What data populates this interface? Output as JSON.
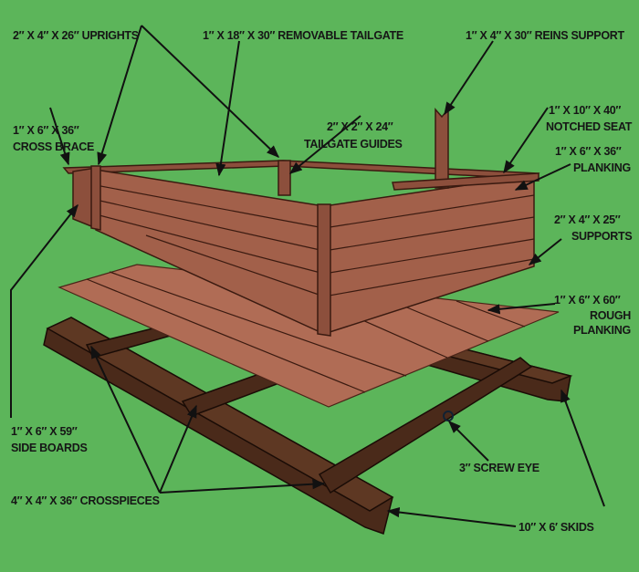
{
  "labels": {
    "uprights": "2″ X 4″ X 26″ UPRIGHTS",
    "tailgate": "1″ X 18″ X 30″ REMOVABLE TAILGATE",
    "reins_support": "1″ X 4″ X 30″ REINS SUPPORT",
    "cross_brace_1": "1″ X 6″ X 36″",
    "cross_brace_2": "CROSS BRACE",
    "tailgate_guides_1": "2″ X 2″ X 24″",
    "tailgate_guides_2": "TAILGATE GUIDES",
    "notched_seat_1": "1″ X 10″ X 40″",
    "notched_seat_2": "NOTCHED SEAT",
    "planking_1": "1″ X 6″ X 36″",
    "planking_2": "PLANKING",
    "supports_1": "2″ X 4″ X 25″",
    "supports_2": "SUPPORTS",
    "rough_planking_1": "1″ X 6″ X 60″",
    "rough_planking_2": "ROUGH",
    "rough_planking_3": "PLANKING",
    "side_boards_1": "1″ X 6″ X 59″",
    "side_boards_2": "SIDE BOARDS",
    "screw_eye": "3″ SCREW EYE",
    "crosspieces": "4″ X 4″ X 36″ CROSSPIECES",
    "skids": "10″ X 6′ SKIDS"
  },
  "colors": {
    "background": "#5cb55a",
    "wood": "#a2604a",
    "skid": "#4a2a1a"
  }
}
